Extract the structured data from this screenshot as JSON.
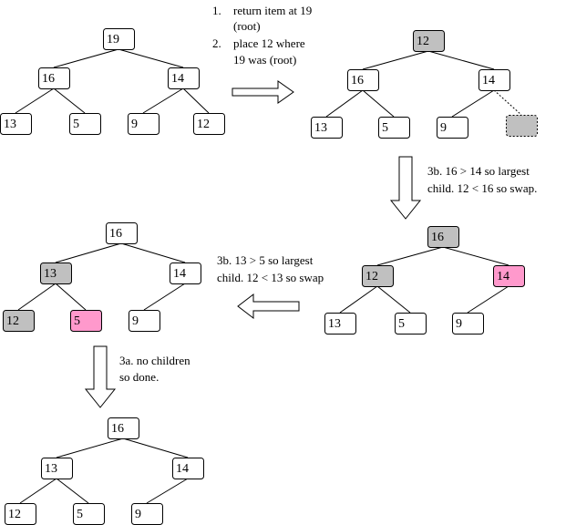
{
  "colors": {
    "node_default": "#ffffff",
    "node_gray": "#c0c0c0",
    "node_pink": "#ff99cc",
    "edge": "#000000"
  },
  "notes": {
    "step1_num": "1.",
    "step1_line1": "return item at 19",
    "step1_line2": "(root)",
    "step2_num": "2.",
    "step2_line1": "place 12 where",
    "step2_line2": "19 was (root)",
    "step3b_right_line1": "3b. 16  > 14 so largest",
    "step3b_right_line2": "child.  12 < 16 so swap.",
    "step3b_mid_line1": "3b. 13 > 5 so largest",
    "step3b_mid_line2": "child.  12 < 13 so swap",
    "step3a_line1": "3a. no children",
    "step3a_line2": "so done."
  },
  "trees": [
    {
      "id": "tree1",
      "nodes": [
        {
          "id": "root",
          "label": "19",
          "fill": "default"
        },
        {
          "id": "left",
          "label": "16",
          "fill": "default"
        },
        {
          "id": "right",
          "label": "14",
          "fill": "default"
        },
        {
          "id": "ll",
          "label": "13",
          "fill": "default"
        },
        {
          "id": "lr",
          "label": "5",
          "fill": "default"
        },
        {
          "id": "rl",
          "label": "9",
          "fill": "default"
        },
        {
          "id": "rr",
          "label": "12",
          "fill": "default"
        }
      ]
    },
    {
      "id": "tree2",
      "nodes": [
        {
          "id": "root",
          "label": "12",
          "fill": "gray"
        },
        {
          "id": "left",
          "label": "16",
          "fill": "default"
        },
        {
          "id": "right",
          "label": "14",
          "fill": "default"
        },
        {
          "id": "ll",
          "label": "13",
          "fill": "default"
        },
        {
          "id": "lr",
          "label": "5",
          "fill": "default"
        },
        {
          "id": "rl",
          "label": "9",
          "fill": "default"
        },
        {
          "id": "rr",
          "label": "",
          "fill": "gray",
          "dotted": true
        }
      ]
    },
    {
      "id": "tree3",
      "nodes": [
        {
          "id": "root",
          "label": "16",
          "fill": "gray"
        },
        {
          "id": "left",
          "label": "12",
          "fill": "gray"
        },
        {
          "id": "right",
          "label": "14",
          "fill": "pink"
        },
        {
          "id": "ll",
          "label": "13",
          "fill": "default"
        },
        {
          "id": "lr",
          "label": "5",
          "fill": "default"
        },
        {
          "id": "rl",
          "label": "9",
          "fill": "default"
        }
      ]
    },
    {
      "id": "tree4",
      "nodes": [
        {
          "id": "root",
          "label": "16",
          "fill": "default"
        },
        {
          "id": "left",
          "label": "13",
          "fill": "gray"
        },
        {
          "id": "right",
          "label": "14",
          "fill": "default"
        },
        {
          "id": "ll",
          "label": "12",
          "fill": "gray"
        },
        {
          "id": "lr",
          "label": "5",
          "fill": "pink"
        },
        {
          "id": "rl",
          "label": "9",
          "fill": "default"
        }
      ]
    },
    {
      "id": "tree5",
      "nodes": [
        {
          "id": "root",
          "label": "16",
          "fill": "default"
        },
        {
          "id": "left",
          "label": "13",
          "fill": "default"
        },
        {
          "id": "right",
          "label": "14",
          "fill": "default"
        },
        {
          "id": "ll",
          "label": "12",
          "fill": "default"
        },
        {
          "id": "lr",
          "label": "5",
          "fill": "default"
        },
        {
          "id": "rl",
          "label": "9",
          "fill": "default"
        }
      ]
    }
  ]
}
